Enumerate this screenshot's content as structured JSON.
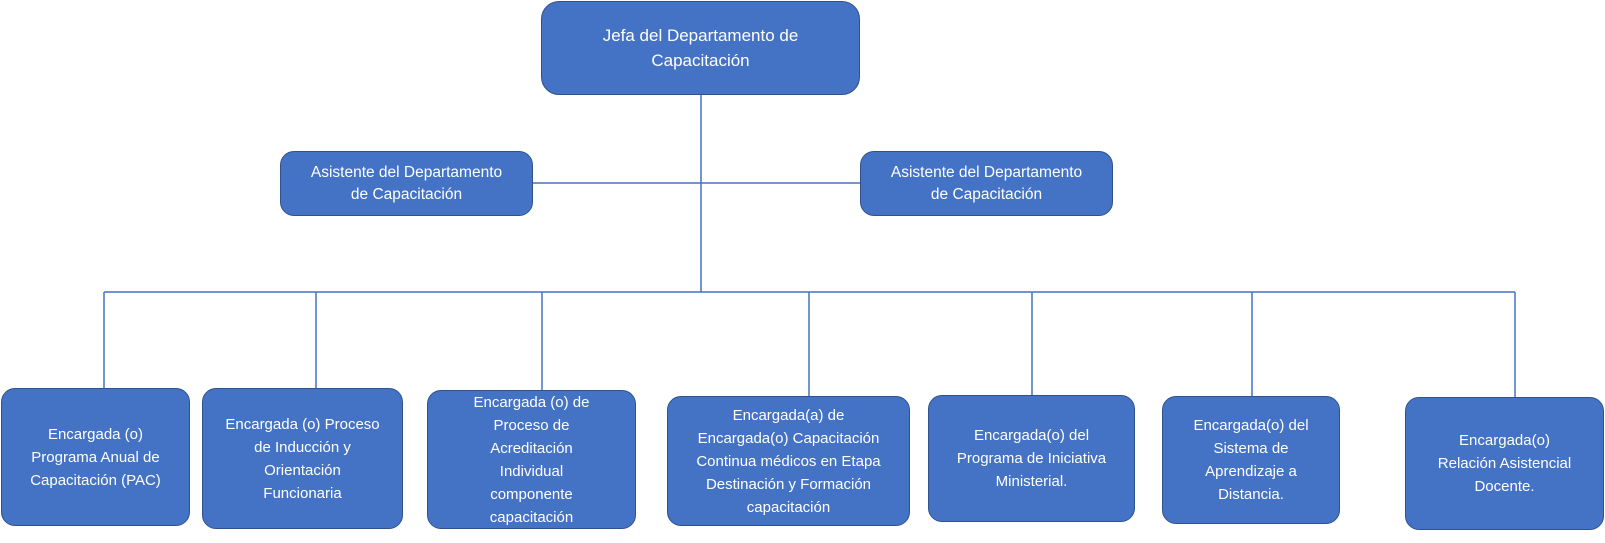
{
  "diagram": {
    "top": {
      "label": "Jefa del Departamento de\nCapacitación"
    },
    "assistants": [
      {
        "label": "Asistente del Departamento\nde Capacitación"
      },
      {
        "label": "Asistente del Departamento\nde Capacitación"
      }
    ],
    "units": [
      {
        "label": "Encargada (o)\nPrograma Anual de\nCapacitación (PAC)"
      },
      {
        "label": "Encargada (o) Proceso\nde Inducción y\nOrientación\nFuncionaria"
      },
      {
        "label": "Encargada (o) de\nProceso de\nAcreditación\nIndividual\ncomponente\ncapacitación"
      },
      {
        "label": "Encargada(a) de\nEncargada(o) Capacitación\nContinua médicos en Etapa\nDestinación y Formación\ncapacitación"
      },
      {
        "label": "Encargada(o) del\nPrograma de Iniciativa\nMinisterial."
      },
      {
        "label": "Encargada(o) del\nSistema de\nAprendizaje a\nDistancia."
      },
      {
        "label": "Encargada(o)\nRelación Asistencial\nDocente."
      }
    ],
    "colors": {
      "box_fill": "#4472c4",
      "box_border": "#2f528f",
      "connector": "#4472c4",
      "text": "#ffffff"
    }
  }
}
